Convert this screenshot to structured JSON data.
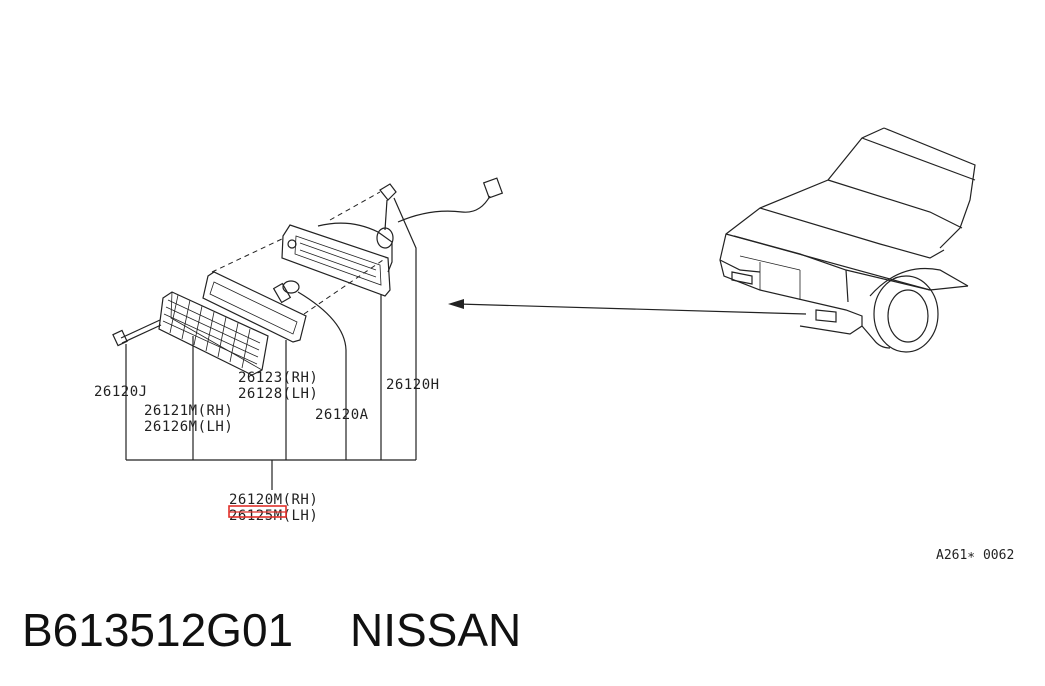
{
  "diagram": {
    "labels": {
      "screw": "26120J",
      "lens_rh": "26121M(RH)",
      "lens_lh": "26126M(LH)",
      "gasket_rh": "26123(RH)",
      "gasket_lh": "26128(LH)",
      "bulb": "26120A",
      "housing": "26120H",
      "assy_rh": "26120M(RH)",
      "assy_lh": "26125M(LH)"
    },
    "figure_code": "A261∗ 0062",
    "highlight_color": "#e0302a"
  },
  "footer": {
    "part_number": "B613512G01",
    "brand": "NISSAN"
  }
}
